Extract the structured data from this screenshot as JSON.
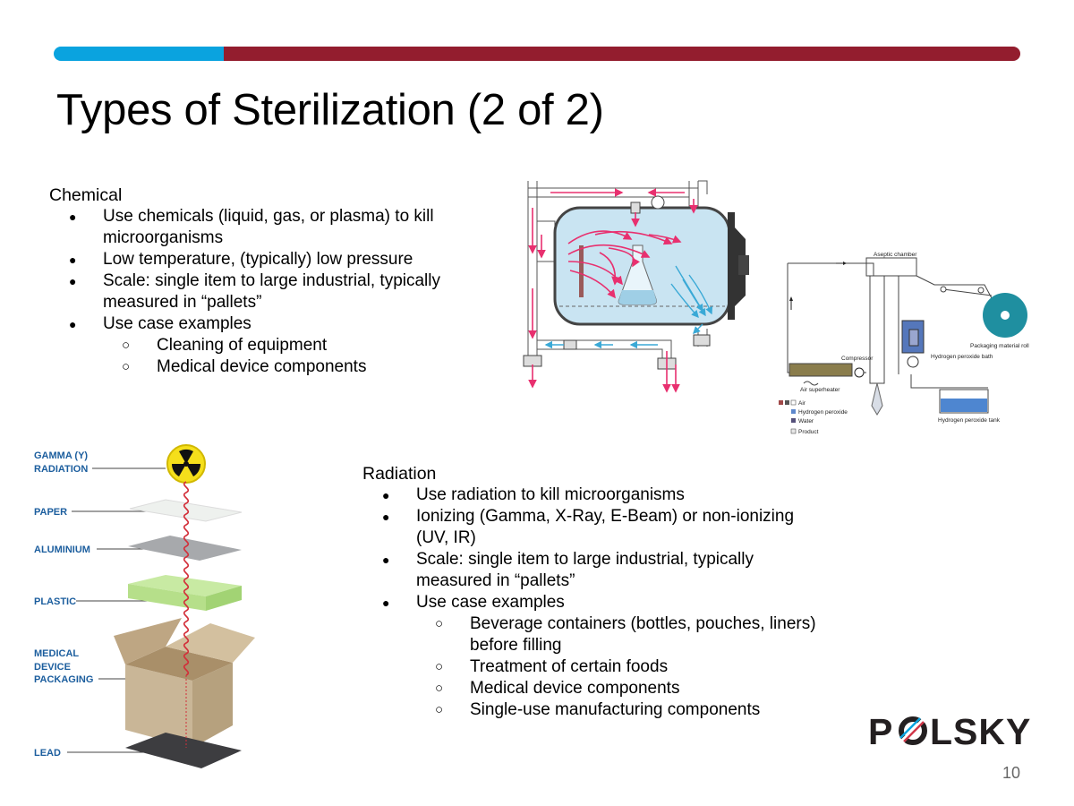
{
  "slide": {
    "title": "Types of Sterilization (2 of 2)",
    "page_number": "10"
  },
  "chemical": {
    "heading": "Chemical",
    "bullets": [
      "Use chemicals (liquid, gas, or plasma) to kill microorganisms",
      "Low temperature, (typically) low pressure",
      "Scale: single item to large industrial, typically measured in “pallets”",
      "Use case examples"
    ],
    "sub_bullets": [
      "Cleaning of equipment",
      "Medical device components"
    ]
  },
  "radiation": {
    "heading": "Radiation",
    "bullets": [
      "Use radiation to kill microorganisms",
      "Ionizing (Gamma, X-Ray, E-Beam) or non-ionizing (UV, IR)",
      "Scale: single item to large industrial, typically measured in “pallets”",
      "Use case examples"
    ],
    "sub_bullets": [
      "Beverage containers (bottles, pouches, liners) before filling",
      "Treatment of certain foods",
      "Medical device components",
      "Single-use manufacturing components"
    ]
  },
  "aseptic_diagram": {
    "labels": {
      "chamber": "Aseptic chamber",
      "roll": "Packaging material roll",
      "bath": "Hydrogen peroxide bath",
      "compressor": "Compressor",
      "superheater": "Air superheater",
      "tank": "Hydrogen peroxide tank"
    },
    "legend": [
      "Air",
      "Hydrogen peroxide",
      "Water",
      "Product"
    ]
  },
  "radiation_diagram": {
    "layers": [
      "GAMMA (Y) RADIATION",
      "PAPER",
      "ALUMINIUM",
      "PLASTIC",
      "MEDICAL DEVICE PACKAGING",
      "LEAD"
    ],
    "label_lines": {
      "gamma": [
        "GAMMA (Y)",
        "RADIATION"
      ],
      "packaging": [
        "MEDICAL",
        "DEVICE",
        "PACKAGING"
      ]
    }
  },
  "logo": {
    "text_left": "P",
    "text_right": "LSKY"
  },
  "colors": {
    "bar_blue": "#0aa3df",
    "bar_red": "#931d2e",
    "steam_pink": "#e8306f",
    "water_blue": "#3aa9d6",
    "label_blue": "#1c5e9e"
  }
}
